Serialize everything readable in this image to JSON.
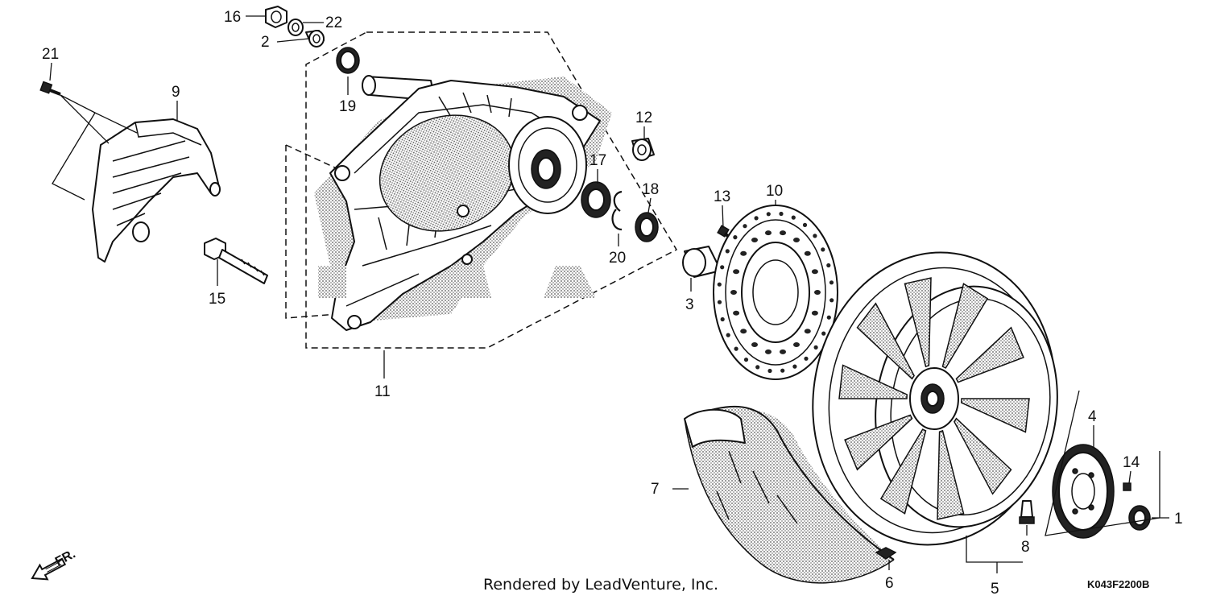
{
  "parts": [
    {
      "no": "1"
    },
    {
      "no": "2"
    },
    {
      "no": "3"
    },
    {
      "no": "4"
    },
    {
      "no": "5"
    },
    {
      "no": "6"
    },
    {
      "no": "7"
    },
    {
      "no": "8"
    },
    {
      "no": "9"
    },
    {
      "no": "10"
    },
    {
      "no": "11"
    },
    {
      "no": "12"
    },
    {
      "no": "13"
    },
    {
      "no": "14"
    },
    {
      "no": "15"
    },
    {
      "no": "16"
    },
    {
      "no": "17"
    },
    {
      "no": "18"
    },
    {
      "no": "19"
    },
    {
      "no": "20"
    },
    {
      "no": "21"
    },
    {
      "no": "22"
    }
  ],
  "footer": {
    "credit": "Rendered by LeadVenture, Inc.",
    "diagram_code": "K043F2200B"
  },
  "direction_marker": "FR."
}
